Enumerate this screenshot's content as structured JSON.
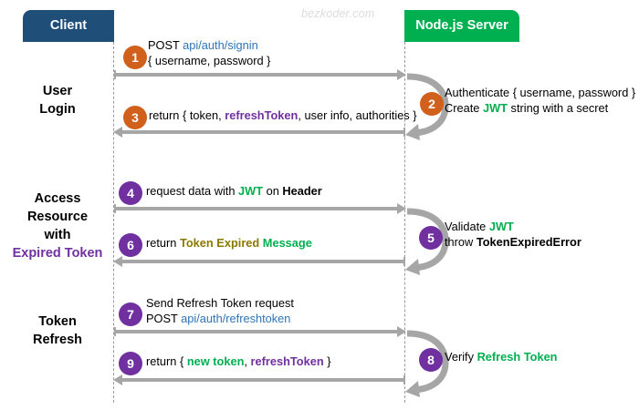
{
  "diagram": {
    "watermark": "bezkoder.com",
    "actors": {
      "client": "Client",
      "server": "Node.js Server"
    },
    "colors": {
      "client_box": "#1F4E79",
      "server_box": "#00B050",
      "badge_orange": "#D0601C",
      "badge_purple": "#7030A0",
      "arrow_gray": "#A6A6A6",
      "link_blue": "#2E74B5",
      "token_green": "#00B050",
      "refresh_purple": "#7030A0",
      "expired_olive": "#8A7800",
      "watermark_gray": "#DCDCDC"
    },
    "sections": [
      {
        "id": "user-login",
        "line1": "User",
        "line2": "Login",
        "line3": "",
        "line4": "",
        "accent_line": 0
      },
      {
        "id": "access-resource",
        "line1": "Access",
        "line2": "Resource",
        "line3": "with",
        "line4": "Expired Token",
        "accent_line": 4
      },
      {
        "id": "token-refresh",
        "line1": "Token",
        "line2": "Refresh",
        "line3": "",
        "line4": "",
        "accent_line": 0
      }
    ],
    "steps": [
      {
        "number": "1",
        "badge_color": "orange",
        "kind": "request",
        "line1": {
          "plain_before": "POST ",
          "link": "api/auth/signin",
          "plain_after": ""
        },
        "line2": {
          "plain_before": "{ username, password }"
        }
      },
      {
        "number": "2",
        "badge_color": "orange",
        "kind": "self",
        "line1": {
          "plain_before": "Authenticate { username, password }"
        },
        "line2": {
          "plain_before": "Create ",
          "green": "JWT",
          "plain_after": " string with a secret"
        }
      },
      {
        "number": "3",
        "badge_color": "orange",
        "kind": "response",
        "line1": {
          "plain_before": "return { token, ",
          "purple": "refreshToken",
          "plain_after": ", user info, authorities }"
        }
      },
      {
        "number": "4",
        "badge_color": "purple",
        "kind": "request",
        "line1": {
          "plain_before": "request data with ",
          "green": "JWT",
          "plain_after": " on ",
          "bold": "Header"
        }
      },
      {
        "number": "5",
        "badge_color": "purple",
        "kind": "self",
        "line1": {
          "plain_before": "Validate ",
          "green": "JWT"
        },
        "line2": {
          "plain_before": "throw ",
          "bold": "TokenExpiredError"
        }
      },
      {
        "number": "6",
        "badge_color": "purple",
        "kind": "response",
        "line1": {
          "plain_before": "return ",
          "olive": "Token Expired",
          "green": " Message"
        }
      },
      {
        "number": "7",
        "badge_color": "purple",
        "kind": "request",
        "line1": {
          "plain_before": "Send Refresh Token request"
        },
        "line2": {
          "plain_before": "POST ",
          "link": "api/auth/refreshtoken"
        }
      },
      {
        "number": "8",
        "badge_color": "purple",
        "kind": "self",
        "line1": {
          "plain_before": "Verify ",
          "green": "Refresh Token"
        }
      },
      {
        "number": "9",
        "badge_color": "purple",
        "kind": "response",
        "line1": {
          "plain_before": "return { ",
          "green": "new token",
          "plain_mid": ", ",
          "purple": "refreshToken",
          "plain_after": " }"
        }
      }
    ]
  }
}
